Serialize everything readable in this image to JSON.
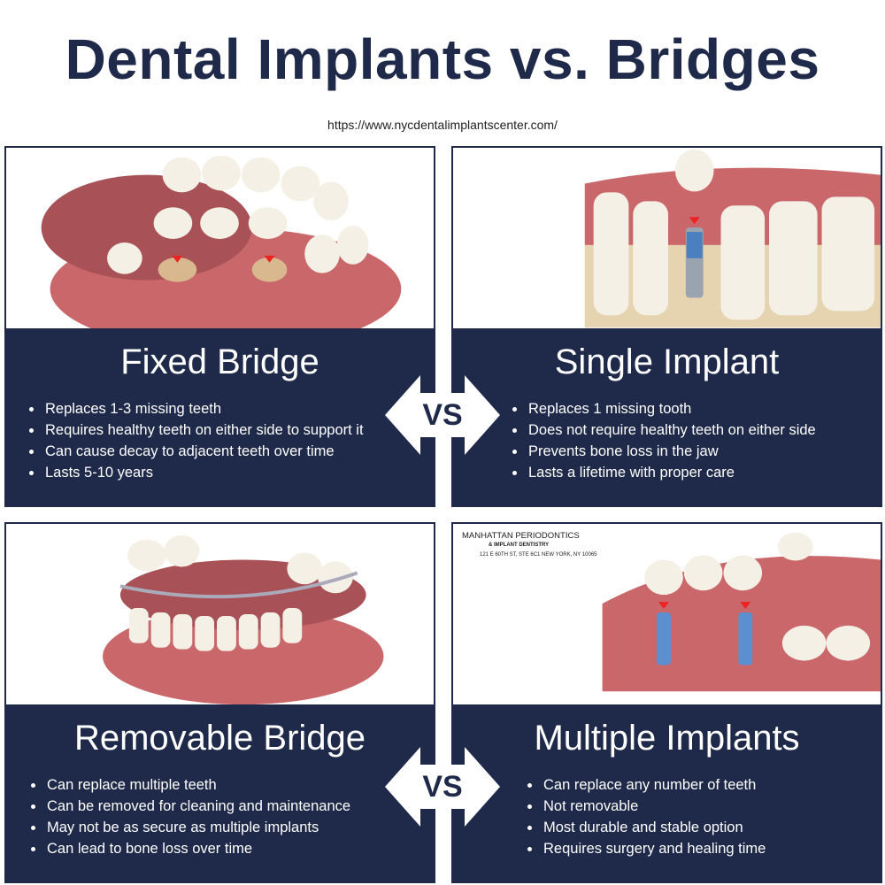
{
  "title": "Dental Implants vs. Bridges",
  "url": "https://www.nycdentalimplantscenter.com/",
  "vs_label": "VS",
  "colors": {
    "navy": "#1f2a4a",
    "gum": "#c9676a",
    "tooth": "#f4f0e6"
  },
  "panels": [
    {
      "heading": "Fixed Bridge",
      "bullets": [
        "Replaces 1-3 missing teeth",
        "Requires healthy teeth on either side to support it",
        "Can cause decay to adjacent teeth over time",
        "Lasts 5-10 years"
      ]
    },
    {
      "heading": "Single Implant",
      "bullets": [
        "Replaces 1 missing tooth",
        "Does not require healthy teeth on either side",
        "Prevents bone loss in the jaw",
        "Lasts a lifetime with proper care"
      ]
    },
    {
      "heading": "Removable Bridge",
      "bullets": [
        "Can replace multiple teeth",
        "Can be removed for cleaning and maintenance",
        "May not be as secure as multiple implants",
        "Can lead to bone loss over time"
      ]
    },
    {
      "heading": "Multiple Implants",
      "bullets": [
        "Can replace any number of teeth",
        "Not removable",
        "Most durable and stable option",
        "Requires surgery and healing time"
      ]
    }
  ],
  "logo": {
    "name": "MANHATTAN PERIODONTICS",
    "sub": "& IMPLANT DENTISTRY",
    "address": "121 E 60TH ST, STE 6C1 NEW YORK, NY 10065"
  }
}
